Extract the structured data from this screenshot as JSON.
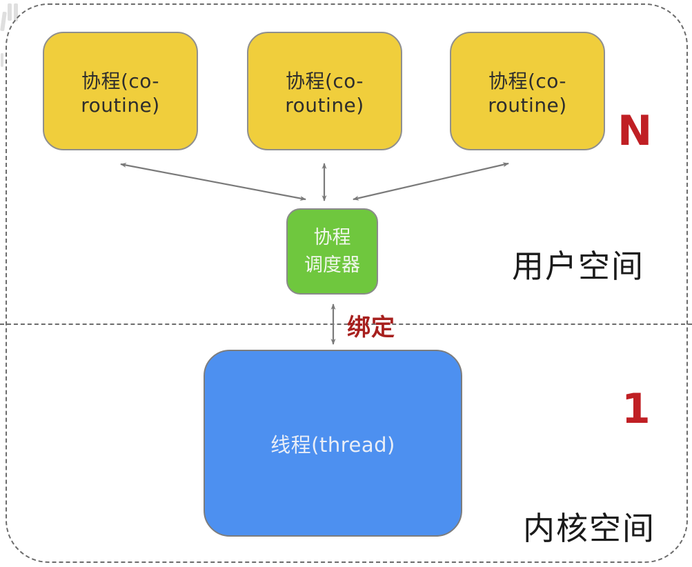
{
  "diagram": {
    "coroutine_boxes": [
      {
        "label": "协程(co-routine)"
      },
      {
        "label": "协程(co-routine)"
      },
      {
        "label": "协程(co-routine)"
      }
    ],
    "scheduler": {
      "label_line1": "协程",
      "label_line2": "调度器"
    },
    "thread": {
      "label": "线程(thread)"
    },
    "binding_label": "绑定",
    "user_space_label": "用户空间",
    "kernel_space_label": "内核空间",
    "coroutine_count_label": "N",
    "thread_count_label": "1",
    "colors": {
      "coroutine_fill": "#f0ce3c",
      "scheduler_fill": "#6fc73e",
      "thread_fill": "#4d90f0",
      "count_red": "#c01f24",
      "binding_red": "#a7201e",
      "arrow_gray": "#7a7a7a",
      "border_gray": "#6b6b6b"
    }
  }
}
